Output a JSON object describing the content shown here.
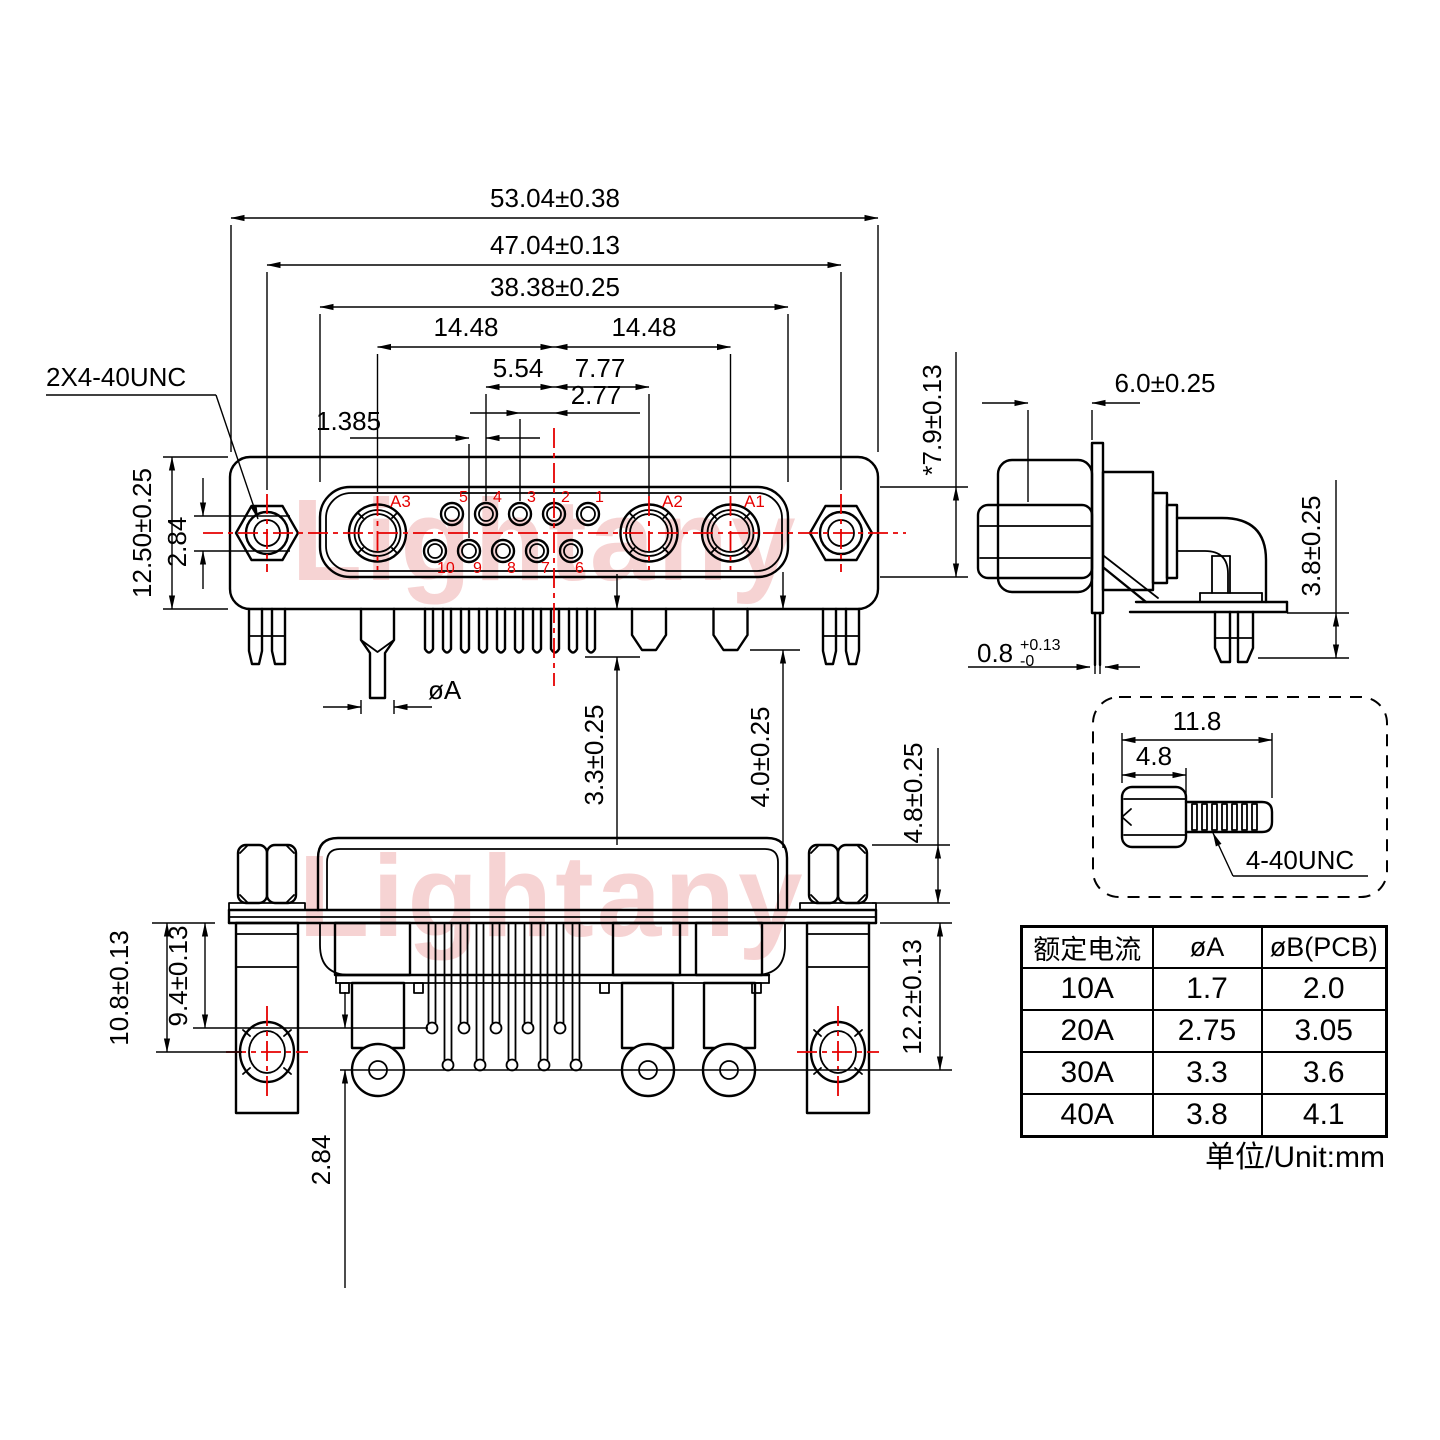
{
  "watermark": {
    "text": "Lightany",
    "color": "#f6d3d3"
  },
  "colors": {
    "line": "#000000",
    "centerline": "#e60000",
    "pin_label": "#e60000"
  },
  "top_view": {
    "thread_label": "2X4-40UNC",
    "dims": {
      "overall_width": "53.04±0.38",
      "screw_span": "47.04±0.13",
      "shell_width": "38.38±0.25",
      "coax_left": "14.48",
      "coax_right": "14.48",
      "pin_span_left": "5.54",
      "coax2_offset": "7.77",
      "pin_pitch": "2.77",
      "row_stagger": "1.385",
      "body_height": "12.50±0.25",
      "row_offset": "2.84",
      "pin_dia": "øA",
      "pin_tail": "3.3±0.25",
      "coax_tail": "4.0±0.25",
      "shell_height": "*7.9±0.13"
    },
    "coax_labels": [
      "A1",
      "A2",
      "A3"
    ],
    "pins_top": [
      "5",
      "4",
      "3",
      "2",
      "1"
    ],
    "pins_bottom": [
      "10",
      "9",
      "8",
      "7",
      "6"
    ]
  },
  "side_view": {
    "dims": {
      "depth": "6.0±0.25",
      "bracket_height": "3.8±0.25",
      "flange_thickness": "0.8",
      "flange_tol_plus": "+0.13",
      "flange_tol_minus": "-0"
    }
  },
  "front_view": {
    "dims": {
      "screw_center": "10.8±0.13",
      "pin_row": "9.4±0.13",
      "row_offset": "2.84",
      "coax_center": "12.2±0.13",
      "standoff_height": "4.8±0.25"
    }
  },
  "screw_detail": {
    "dims": {
      "total_length": "11.8",
      "head_length": "4.8"
    },
    "thread_label": "4-40UNC"
  },
  "spec_table": {
    "headers": [
      "额定电流",
      "øA",
      "øB(PCB)"
    ],
    "rows": [
      [
        "10A",
        "1.7",
        "2.0"
      ],
      [
        "20A",
        "2.75",
        "3.05"
      ],
      [
        "30A",
        "3.3",
        "3.6"
      ],
      [
        "40A",
        "3.8",
        "4.1"
      ]
    ]
  },
  "unit_note": "单位/Unit:mm"
}
